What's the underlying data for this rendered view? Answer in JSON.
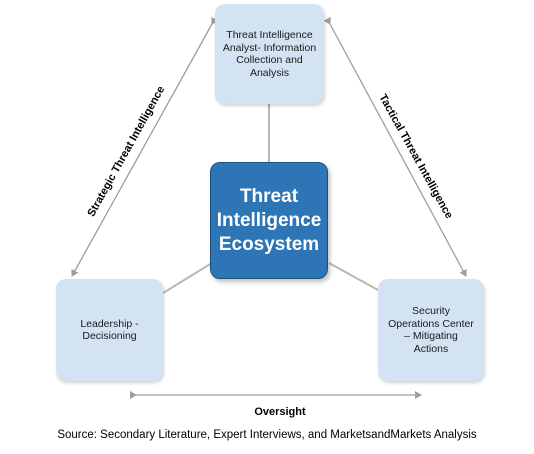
{
  "nodes": {
    "analyst": {
      "lines": [
        "Threat Intelligence",
        "Analyst- Information",
        "Collection and",
        "Analysis"
      ]
    },
    "ecosystem": {
      "lines": [
        "Threat",
        "Intelligence",
        "Ecosystem"
      ]
    },
    "leadership": {
      "lines": [
        "Leadership -",
        "Decisioning"
      ]
    },
    "soc": {
      "lines": [
        "Security",
        "Operations Center",
        "– Mitigating",
        "Actions"
      ]
    }
  },
  "edges": {
    "strategic": "Strategic Threat Intelligence",
    "tactical": "Tactical Threat Intelligence",
    "oversight": "Oversight"
  },
  "source": "Source: Secondary Literature, Expert Interviews, and MarketsandMarkets Analysis",
  "colors": {
    "center_fill": "#2e75b6",
    "node_fill": "#d3e3f3",
    "connector": "#b7b7b7",
    "arrow": "#9e9e9e"
  }
}
